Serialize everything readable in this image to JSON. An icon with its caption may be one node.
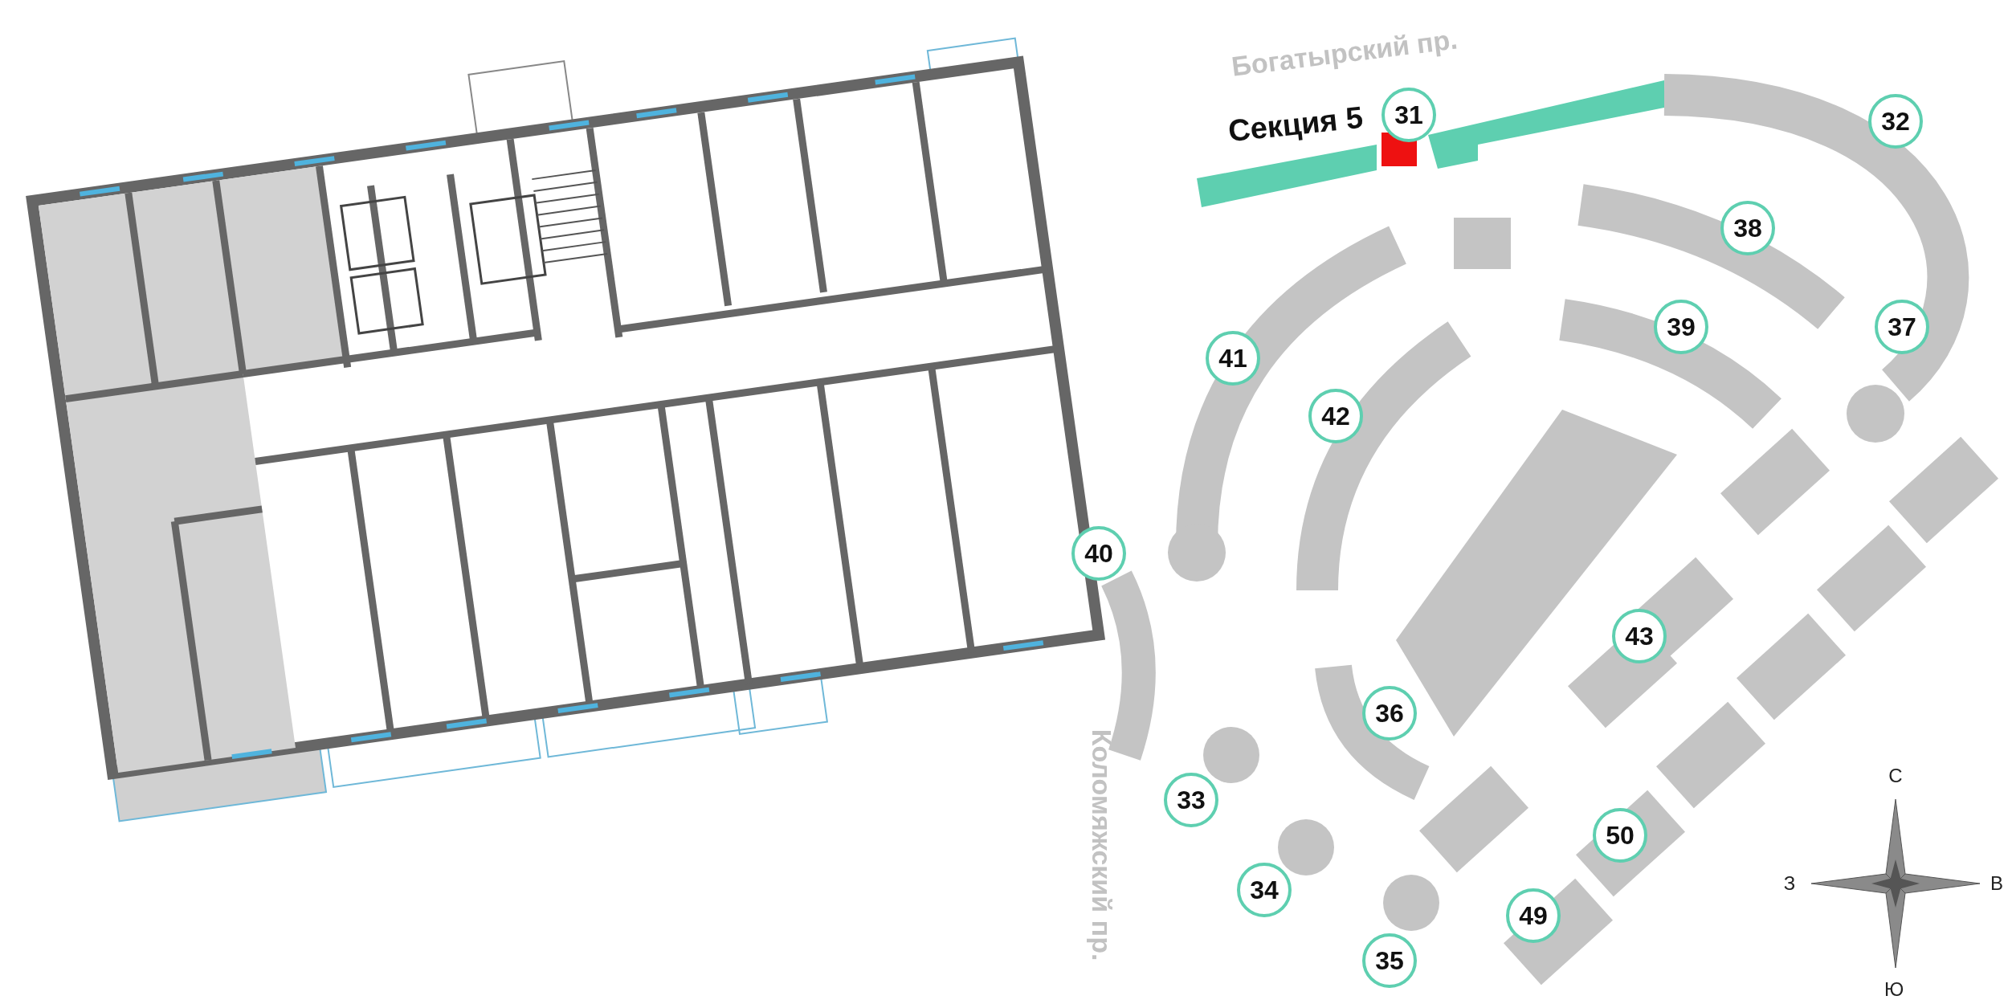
{
  "diagram": {
    "nodes": [
      {
        "text": [
          "31"
        ]
      },
      {
        "text": [
          "32"
        ]
      },
      {
        "text": [
          "38"
        ]
      },
      {
        "text": [
          "37"
        ]
      },
      {
        "text": [
          "39"
        ]
      },
      {
        "text": [
          "41"
        ]
      },
      {
        "text": [
          "42"
        ]
      },
      {
        "text": [
          "40"
        ]
      },
      {
        "text": [
          "43"
        ]
      },
      {
        "text": [
          "36"
        ]
      },
      {
        "text": [
          "33"
        ]
      },
      {
        "text": [
          "50"
        ]
      },
      {
        "text": [
          "34"
        ]
      },
      {
        "text": [
          "49"
        ]
      },
      {
        "text": [
          "35"
        ]
      }
    ],
    "labels": [
      "Богатырский пр.",
      "Секция 5",
      "Коломяжский пр.",
      "С",
      "З",
      "В",
      "Ю"
    ]
  }
}
